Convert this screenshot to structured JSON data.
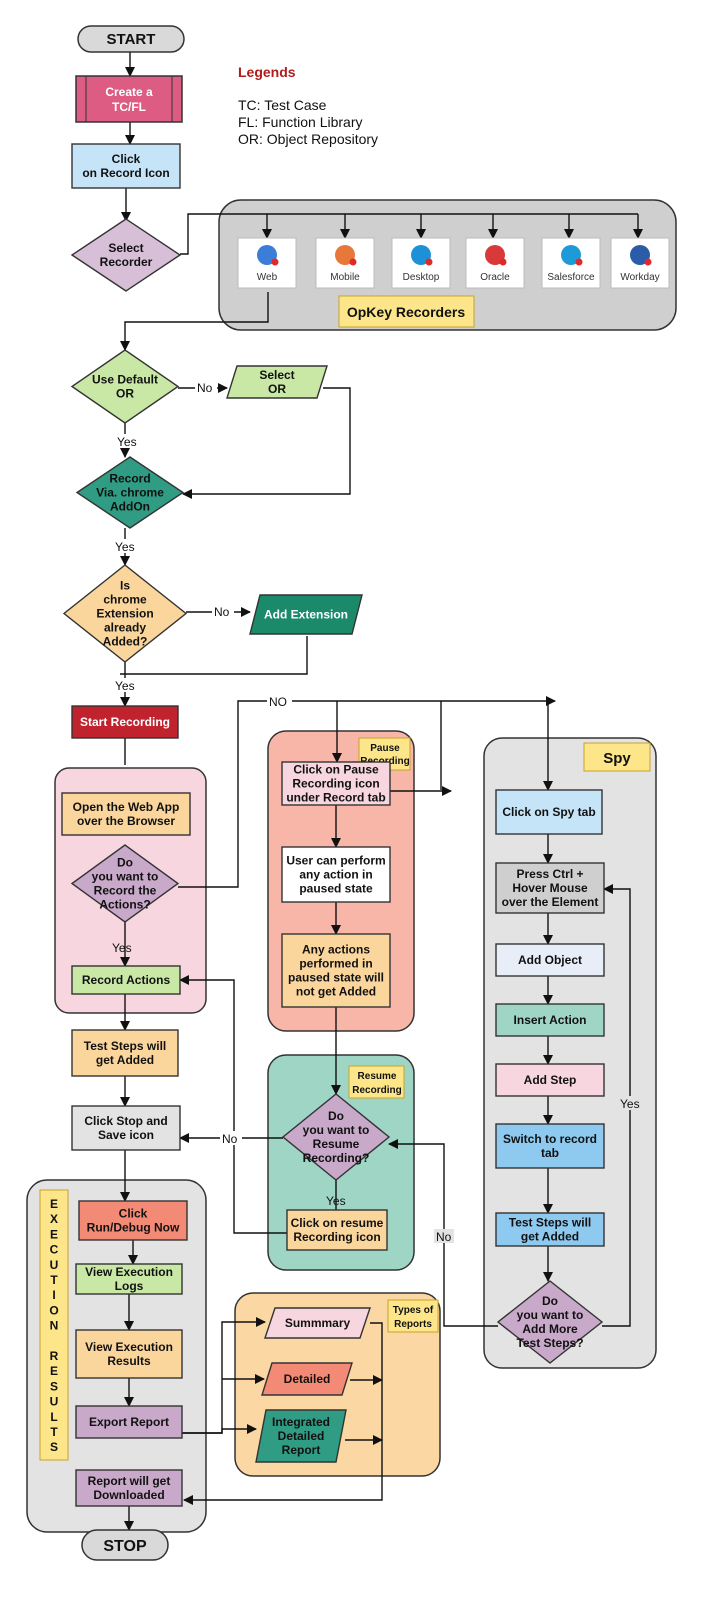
{
  "terminals": {
    "start": "START",
    "stop": "STOP"
  },
  "legend": {
    "title": "Legends",
    "items": [
      "TC: Test Case",
      "FL: Function Library",
      "OR: Object Repository"
    ]
  },
  "nodes": {
    "create_tc": [
      "Create a",
      "TC/FL"
    ],
    "click_record": [
      "Click",
      "on Record Icon"
    ],
    "select_recorder": [
      "Select",
      "Recorder"
    ],
    "use_default": [
      "Use Default",
      "OR"
    ],
    "select_or": [
      "Select",
      "OR"
    ],
    "record_chrome": [
      "Record",
      "Via. chrome",
      "AddOn"
    ],
    "ext_added": [
      "Is",
      "chrome",
      "Extension",
      "already",
      "Added?"
    ],
    "add_extension": [
      "Add Extension"
    ],
    "start_recording": [
      "Start Recording"
    ],
    "open_web_app": [
      "Open the Web App",
      "over the Browser"
    ],
    "want_record": [
      "Do",
      "you want to",
      "Record the",
      "Actions?"
    ],
    "record_actions": [
      "Record Actions"
    ],
    "test_steps_added": [
      "Test Steps will",
      "get Added"
    ],
    "click_stop": [
      "Click Stop and",
      "Save icon"
    ],
    "click_run": [
      "Click",
      "Run/Debug Now"
    ],
    "view_logs": [
      "View Execution",
      "Logs"
    ],
    "view_results": [
      "View Execution",
      "Results"
    ],
    "export_report": [
      "Export Report"
    ],
    "report_downloaded": [
      "Report will get",
      "Downloaded"
    ],
    "click_pause": [
      "Click on Pause",
      "Recording icon",
      "under Record tab"
    ],
    "user_can": [
      "User can perform",
      "any action in",
      "paused state"
    ],
    "any_actions": [
      "Any actions",
      "performed in",
      "paused state will",
      "not get Added"
    ],
    "want_resume": [
      "Do",
      "you want to",
      "Resume",
      "Recording?"
    ],
    "click_resume": [
      "Click on resume",
      "Recording icon"
    ],
    "summary": [
      "Summmary"
    ],
    "detailed": [
      "Detailed"
    ],
    "integrated": [
      "Integrated",
      "Detailed",
      "Report"
    ],
    "click_spy": [
      "Click on Spy tab"
    ],
    "press_ctrl": [
      "Press Ctrl +",
      "Hover Mouse",
      "over the Element"
    ],
    "add_object": [
      "Add Object"
    ],
    "insert_action": [
      "Insert Action"
    ],
    "add_step": [
      "Add Step"
    ],
    "switch_record": [
      "Switch to record",
      "tab"
    ],
    "spy_test_steps": [
      "Test Steps will",
      "get Added"
    ],
    "add_more": [
      "Do",
      "you want to",
      "Add More",
      "Test Steps?"
    ]
  },
  "group_tags": {
    "recorders": "OpKey  Recorders",
    "pause": [
      "Pause",
      "Recording"
    ],
    "resume": [
      "Resume",
      "Recording"
    ],
    "spy": "Spy",
    "reports": [
      "Types of",
      "Reports"
    ],
    "execution": [
      "E",
      "X",
      "E",
      "C",
      "U",
      "T",
      "I",
      "O",
      "N",
      "",
      "R",
      "E",
      "S",
      "U",
      "L",
      "T",
      "S"
    ]
  },
  "recorders": [
    {
      "label": "Web",
      "icon": "web-recorder-icon",
      "color": "#3b7dd8"
    },
    {
      "label": "Mobile",
      "icon": "mobile-recorder-icon",
      "color": "#e8773a"
    },
    {
      "label": "Desktop",
      "icon": "desktop-recorder-icon",
      "color": "#1e90d8"
    },
    {
      "label": "Oracle",
      "icon": "oracle-recorder-icon",
      "color": "#d83a3a"
    },
    {
      "label": "Salesforce",
      "icon": "salesforce-recorder-icon",
      "color": "#1f9ad8"
    },
    {
      "label": "Workday",
      "icon": "workday-recorder-icon",
      "color": "#2a5caa"
    }
  ],
  "edge_labels": {
    "no": "No",
    "yes": "Yes",
    "no_upper": "NO"
  }
}
